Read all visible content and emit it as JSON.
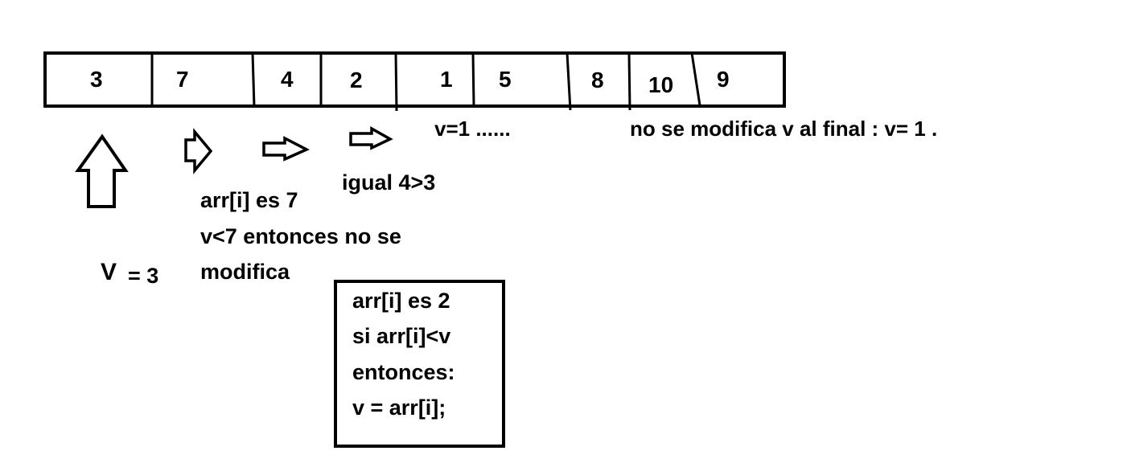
{
  "array": {
    "cells": [
      "3",
      "7",
      "4",
      "2",
      "1",
      "5",
      "8",
      "10",
      "9"
    ]
  },
  "annotations": {
    "v_initial": "V",
    "v_initial_value": "= 3",
    "step_7_line1": "arr[i] es 7",
    "step_7_line2": "v<7 entonces  no se",
    "step_7_line3": "modifica",
    "step_4": "igual 4>3",
    "v_equals_1": "v=1  ......",
    "final_note": "no se modifica v al final : v= 1 ."
  },
  "rule_box": {
    "line1": "arr[i] es 2",
    "line2": "si arr[i]<v",
    "line3": "entonces:",
    "line4": "v = arr[i];"
  },
  "icons": [
    "up-arrow-icon",
    "right-arrow-icon",
    "right-arrow-icon",
    "right-arrow-icon"
  ],
  "colors": {
    "ink": "#000000",
    "background": "#ffffff"
  }
}
